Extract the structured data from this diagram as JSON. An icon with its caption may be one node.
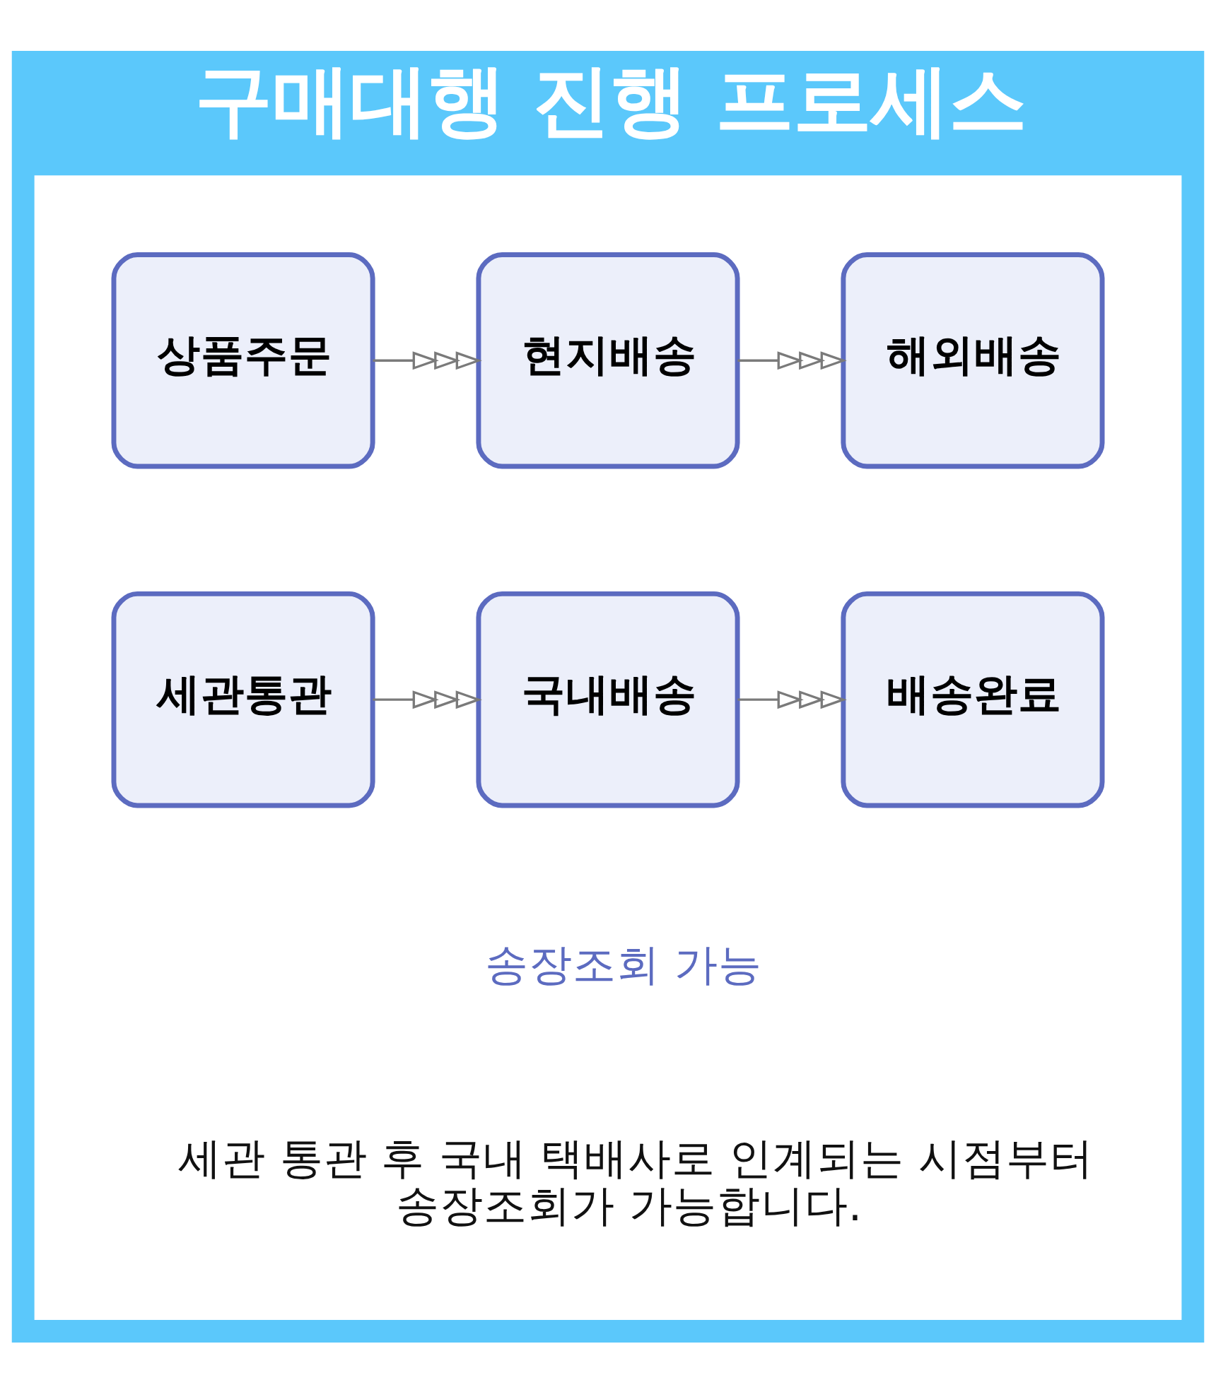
{
  "diagram": {
    "title": "구매대행 진행 프로세스",
    "nodes": [
      {
        "text": [],
        "shape": "box"
      },
      {
        "text": [
          "상품주문"
        ],
        "in": 0
      },
      {
        "text": [
          "현지배송"
        ],
        "in": 0
      },
      {
        "text": [
          "해외배송"
        ],
        "in": 0
      },
      {
        "text": [
          "세관통관"
        ],
        "in": 0
      },
      {
        "text": [
          "국내배송"
        ],
        "in": 0
      },
      {
        "text": [
          "배송완료"
        ],
        "in": 0
      }
    ],
    "edges": [
      {
        "from": 1,
        "to": 2,
        "arrow": "to"
      },
      {
        "from": 2,
        "to": 3,
        "arrow": "to"
      },
      {
        "from": 4,
        "to": 5,
        "arrow": "to"
      },
      {
        "from": 5,
        "to": 6,
        "arrow": "to"
      }
    ],
    "labels": [
      "송장조회 가능",
      "세관 통관 후 국내 택배사로 인계되는 시점부터 송장조회가 가능합니다."
    ]
  }
}
